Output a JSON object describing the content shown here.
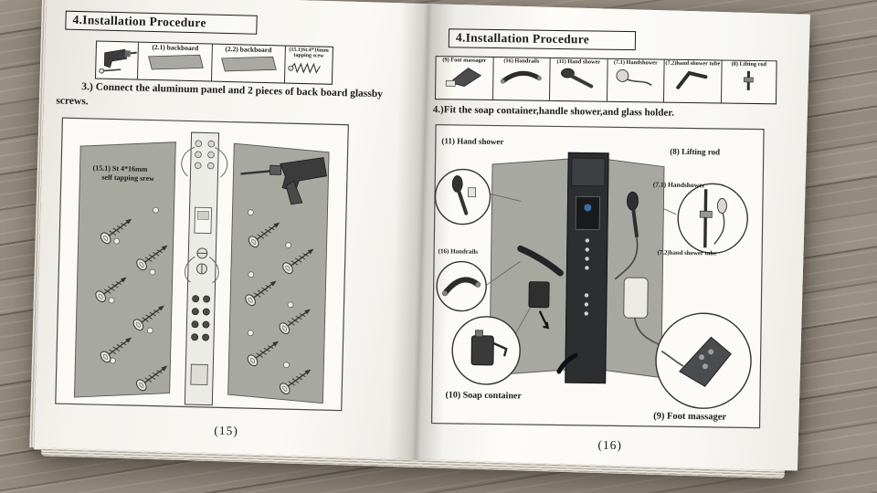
{
  "book": {
    "left": {
      "header": "4.Installation Procedure",
      "parts": {
        "p1": "(2.1) backboard",
        "p2": "(2.2) backboard",
        "p3": "(15.1)St.4*16mm tapping scew"
      },
      "step": "3.) Connect the aluminum panel and 2 pieces of back board glassby screws.",
      "diagram": {
        "note1": "(15.1) St 4*16mm",
        "note2": "self tapping srew"
      },
      "page_number": "(15)"
    },
    "right": {
      "header": "4.Installation Procedure",
      "parts": {
        "p1": "(9) Foot massager",
        "p2": "(16) Handrails",
        "p3": "(11) Hand shower",
        "p4": "(7.1) Handshower",
        "p5": "(7.2)hand shower tube",
        "p6": "(8) Lifting rod"
      },
      "step": "4.)Fit the soap container,handle shower,and glass holder.",
      "callouts": {
        "hand_shower": "(11) Hand shower",
        "lifting_rod": "(8) Lifting rod",
        "handshower71": "(7.1) Handshower",
        "tube72": "(7.2)hand shower tube",
        "handrails": "(16) Handrails",
        "soap": "(10) Soap container",
        "foot": "(9) Foot massager"
      },
      "page_number": "(16)"
    }
  }
}
